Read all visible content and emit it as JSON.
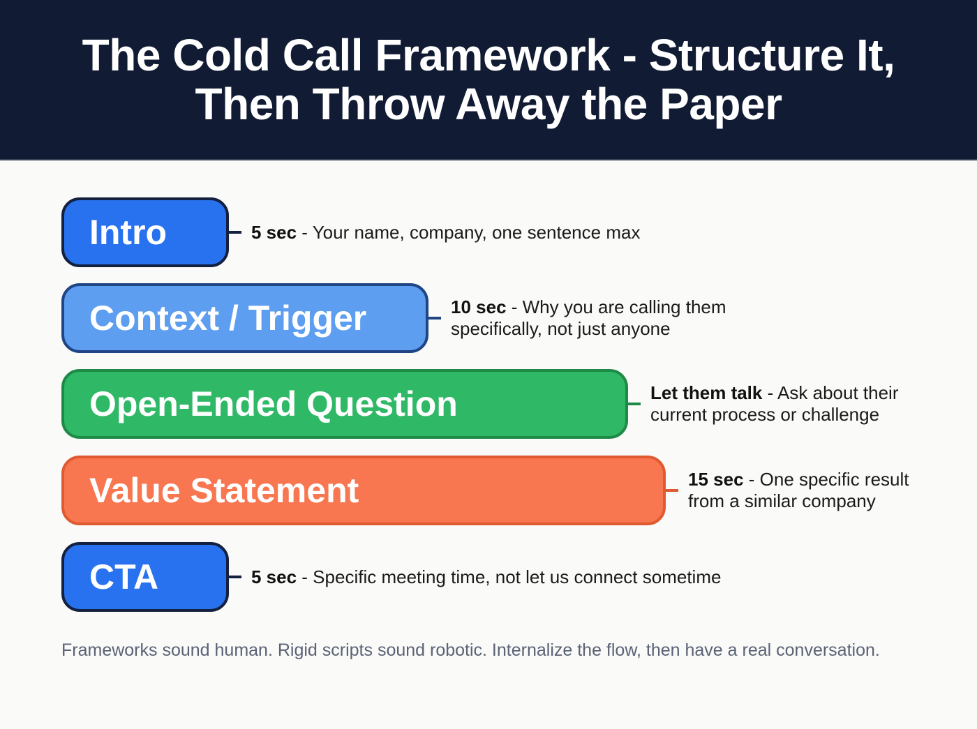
{
  "header": {
    "title_line1": "The Cold Call Framework - Structure It,",
    "title_line2": "Then Throw Away the Paper"
  },
  "steps": [
    {
      "label": "Intro",
      "highlight": "5 sec",
      "text": " - Your name, company, one sentence max",
      "text_line2": "",
      "fill": "#2872f0",
      "border": "#13203f"
    },
    {
      "label": "Context / Trigger",
      "highlight": "10 sec",
      "text": " - Why you are calling them",
      "text_line2": "specifically, not just anyone",
      "fill": "#5d9ef0",
      "border": "#1f4585"
    },
    {
      "label": "Open-Ended Question",
      "highlight": "Let them talk",
      "text": " - Ask about their",
      "text_line2": "current process or challenge",
      "fill": "#2fb865",
      "border": "#1f8a48"
    },
    {
      "label": "Value Statement",
      "highlight": "15 sec",
      "text": " - One specific result",
      "text_line2": "from a similar company",
      "fill": "#f87650",
      "border": "#e05a30"
    },
    {
      "label": "CTA",
      "highlight": "5 sec",
      "text": " - Specific meeting time, not let us connect sometime",
      "text_line2": "",
      "fill": "#2872f0",
      "border": "#13203f"
    }
  ],
  "footer": {
    "text": "Frameworks sound human. Rigid scripts sound robotic. Internalize the flow, then have a real conversation."
  }
}
